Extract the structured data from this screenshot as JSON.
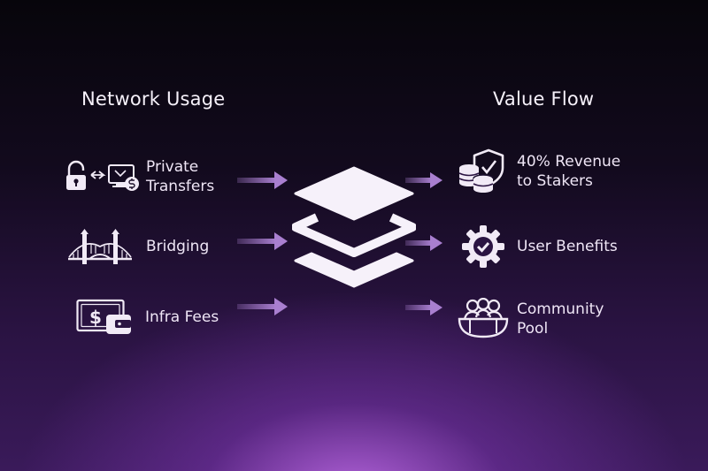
{
  "left": {
    "heading": "Network Usage",
    "items": [
      {
        "line1": "Private",
        "line2": "Transfers"
      },
      {
        "label": "Bridging"
      },
      {
        "label": "Infra Fees"
      }
    ]
  },
  "right": {
    "heading": "Value Flow",
    "items": [
      {
        "line1": "40% Revenue",
        "line2": "to Stakers"
      },
      {
        "label": "User Benefits"
      },
      {
        "line1": "Community",
        "line2": "Pool"
      }
    ]
  },
  "icons": {
    "left": [
      "lock-exchange-icon",
      "bridge-icon",
      "wallet-cash-icon"
    ],
    "center": "layer-stack-icon",
    "right": [
      "shield-coins-icon",
      "gear-check-icon",
      "community-group-icon"
    ]
  },
  "colors": {
    "arrow": "#a97fd0",
    "icon": "#f1eaf6",
    "background_glow": "#b866e0"
  }
}
